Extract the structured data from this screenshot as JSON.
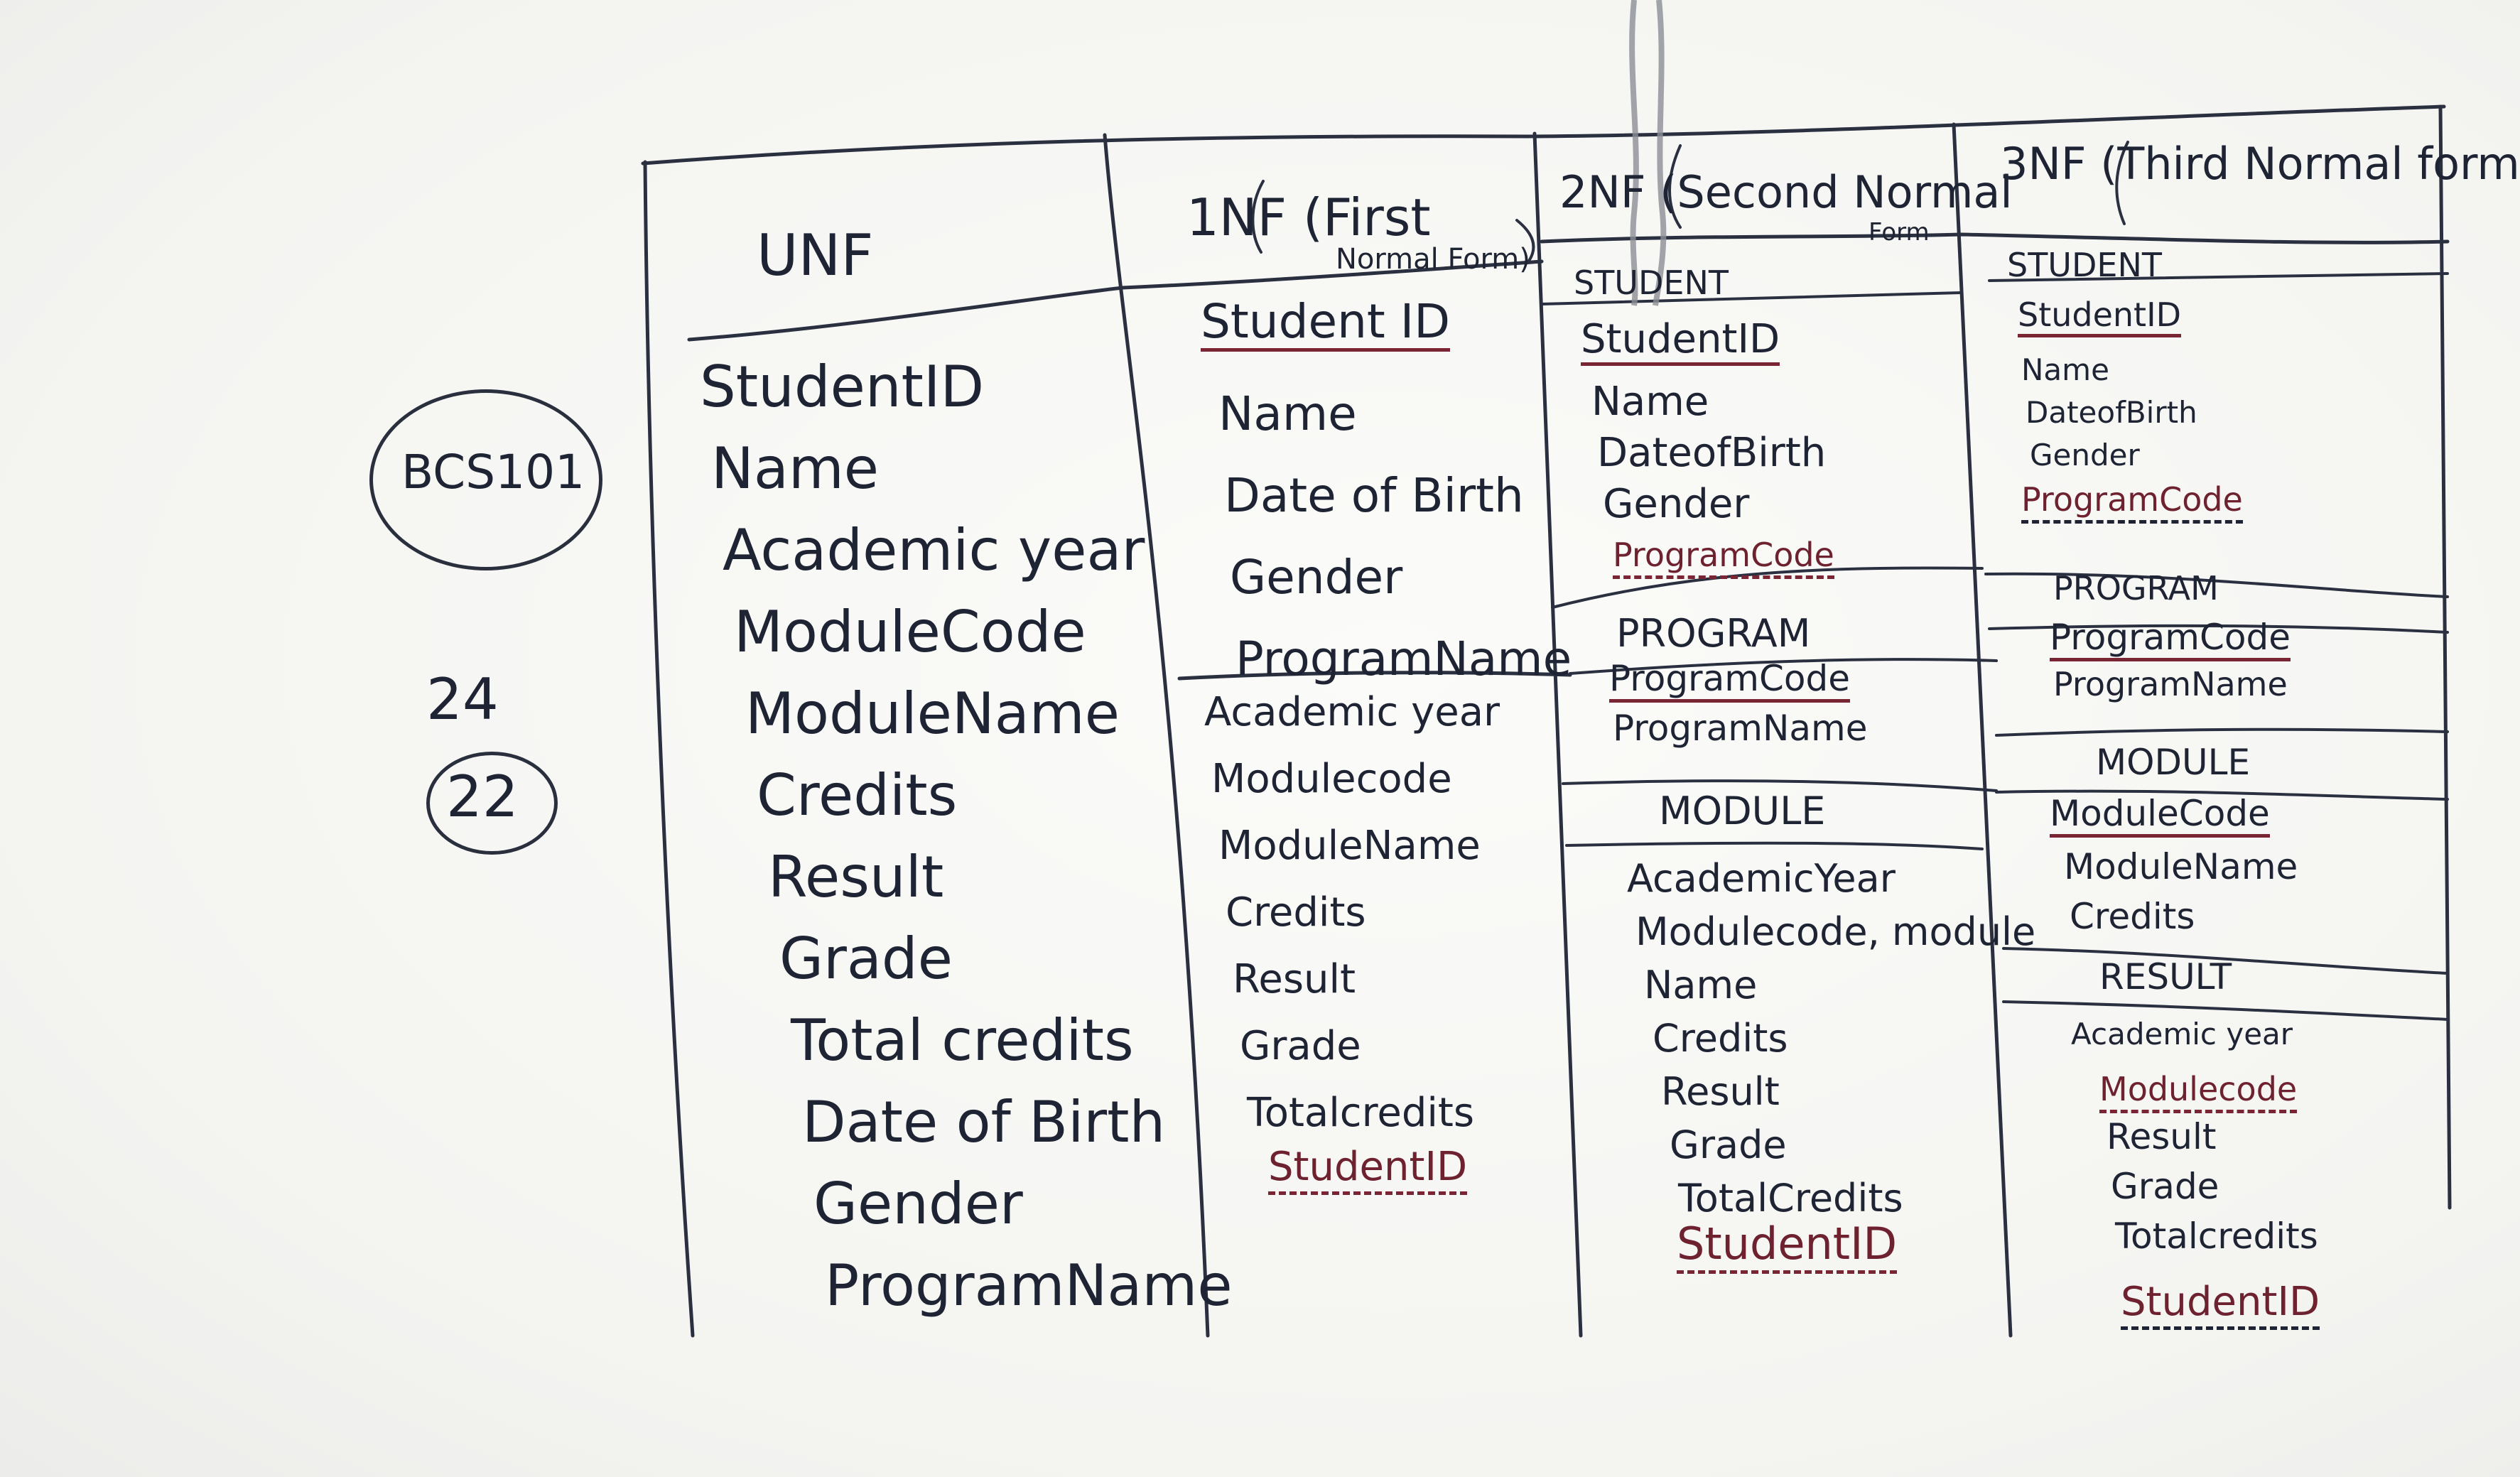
{
  "side_notes": {
    "course_code": "BCS101",
    "number_top": "24",
    "number_circled": "22"
  },
  "unf": {
    "header": "UNF",
    "attributes": [
      "StudentID",
      "Name",
      "Academic year",
      "ModuleCode",
      "ModuleName",
      "Credits",
      "Result",
      "Grade",
      "Total credits",
      "Date of Birth",
      "Gender",
      "ProgramName"
    ]
  },
  "nf1": {
    "header": "1NF (First",
    "header_sub": "Normal Form)",
    "key": "Student ID",
    "group_a": [
      "Name",
      "Date of Birth",
      "Gender",
      "ProgramName"
    ],
    "group_b": [
      "Academic year",
      "Modulecode",
      "ModuleName",
      "Credits",
      "Result",
      "Grade",
      "Totalcredits"
    ],
    "foreign_key": "StudentID"
  },
  "nf2": {
    "header": "2NF (Second Normal",
    "header_sub": "Form",
    "student_title": "STUDENT",
    "student_key": "StudentID",
    "student_attrs": [
      "Name",
      "DateofBirth",
      "Gender"
    ],
    "student_fk": "ProgramCode",
    "program_title": "PROGRAM",
    "program_key": "ProgramCode",
    "program_attrs": [
      "ProgramName"
    ],
    "module_title": "MODULE",
    "module_attrs": [
      "AcademicYear",
      "Modulecode, module",
      "Name",
      "Credits",
      "Result",
      "Grade",
      "TotalCredits"
    ],
    "module_fk": "StudentID"
  },
  "nf3": {
    "header": "3NF (Third Normal form",
    "student_title": "STUDENT",
    "student_key": "StudentID",
    "student_attrs": [
      "Name",
      "DateofBirth",
      "Gender"
    ],
    "student_fk": "ProgramCode",
    "program_title": "PROGRAM",
    "program_key": "ProgramCode",
    "program_attrs": [
      "ProgramName"
    ],
    "module_title": "MODULE",
    "module_key": "ModuleCode",
    "module_attrs": [
      "ModuleName",
      "Credits"
    ],
    "result_title": "RESULT",
    "result_attrs": [
      "Academic year"
    ],
    "result_fk1": "Modulecode",
    "result_attrs2": [
      "Result",
      "Grade",
      "Totalcredits"
    ],
    "result_fk2": "StudentID"
  }
}
